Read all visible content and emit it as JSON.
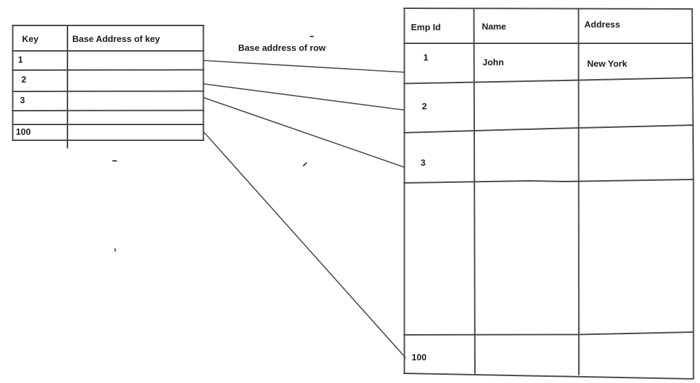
{
  "key_table": {
    "headers": {
      "key": "Key",
      "base_address": "Base Address of key"
    },
    "rows": [
      {
        "key": "1"
      },
      {
        "key": "2"
      },
      {
        "key": "3"
      },
      {
        "key": ""
      },
      {
        "key": "100"
      }
    ]
  },
  "arrow_label": "Base address of row",
  "emp_table": {
    "headers": {
      "emp_id": "Emp Id",
      "name": "Name",
      "address": "Address"
    },
    "rows": [
      {
        "emp_id": "1",
        "name": "John",
        "address": "New York"
      },
      {
        "emp_id": "2",
        "name": "",
        "address": ""
      },
      {
        "emp_id": "3",
        "name": "",
        "address": ""
      },
      {
        "emp_id": "",
        "name": "",
        "address": ""
      },
      {
        "emp_id": "100",
        "name": "",
        "address": ""
      }
    ]
  },
  "colors": {
    "line": "#474747",
    "text": "#1d1d1f",
    "background": "#ffffff"
  }
}
